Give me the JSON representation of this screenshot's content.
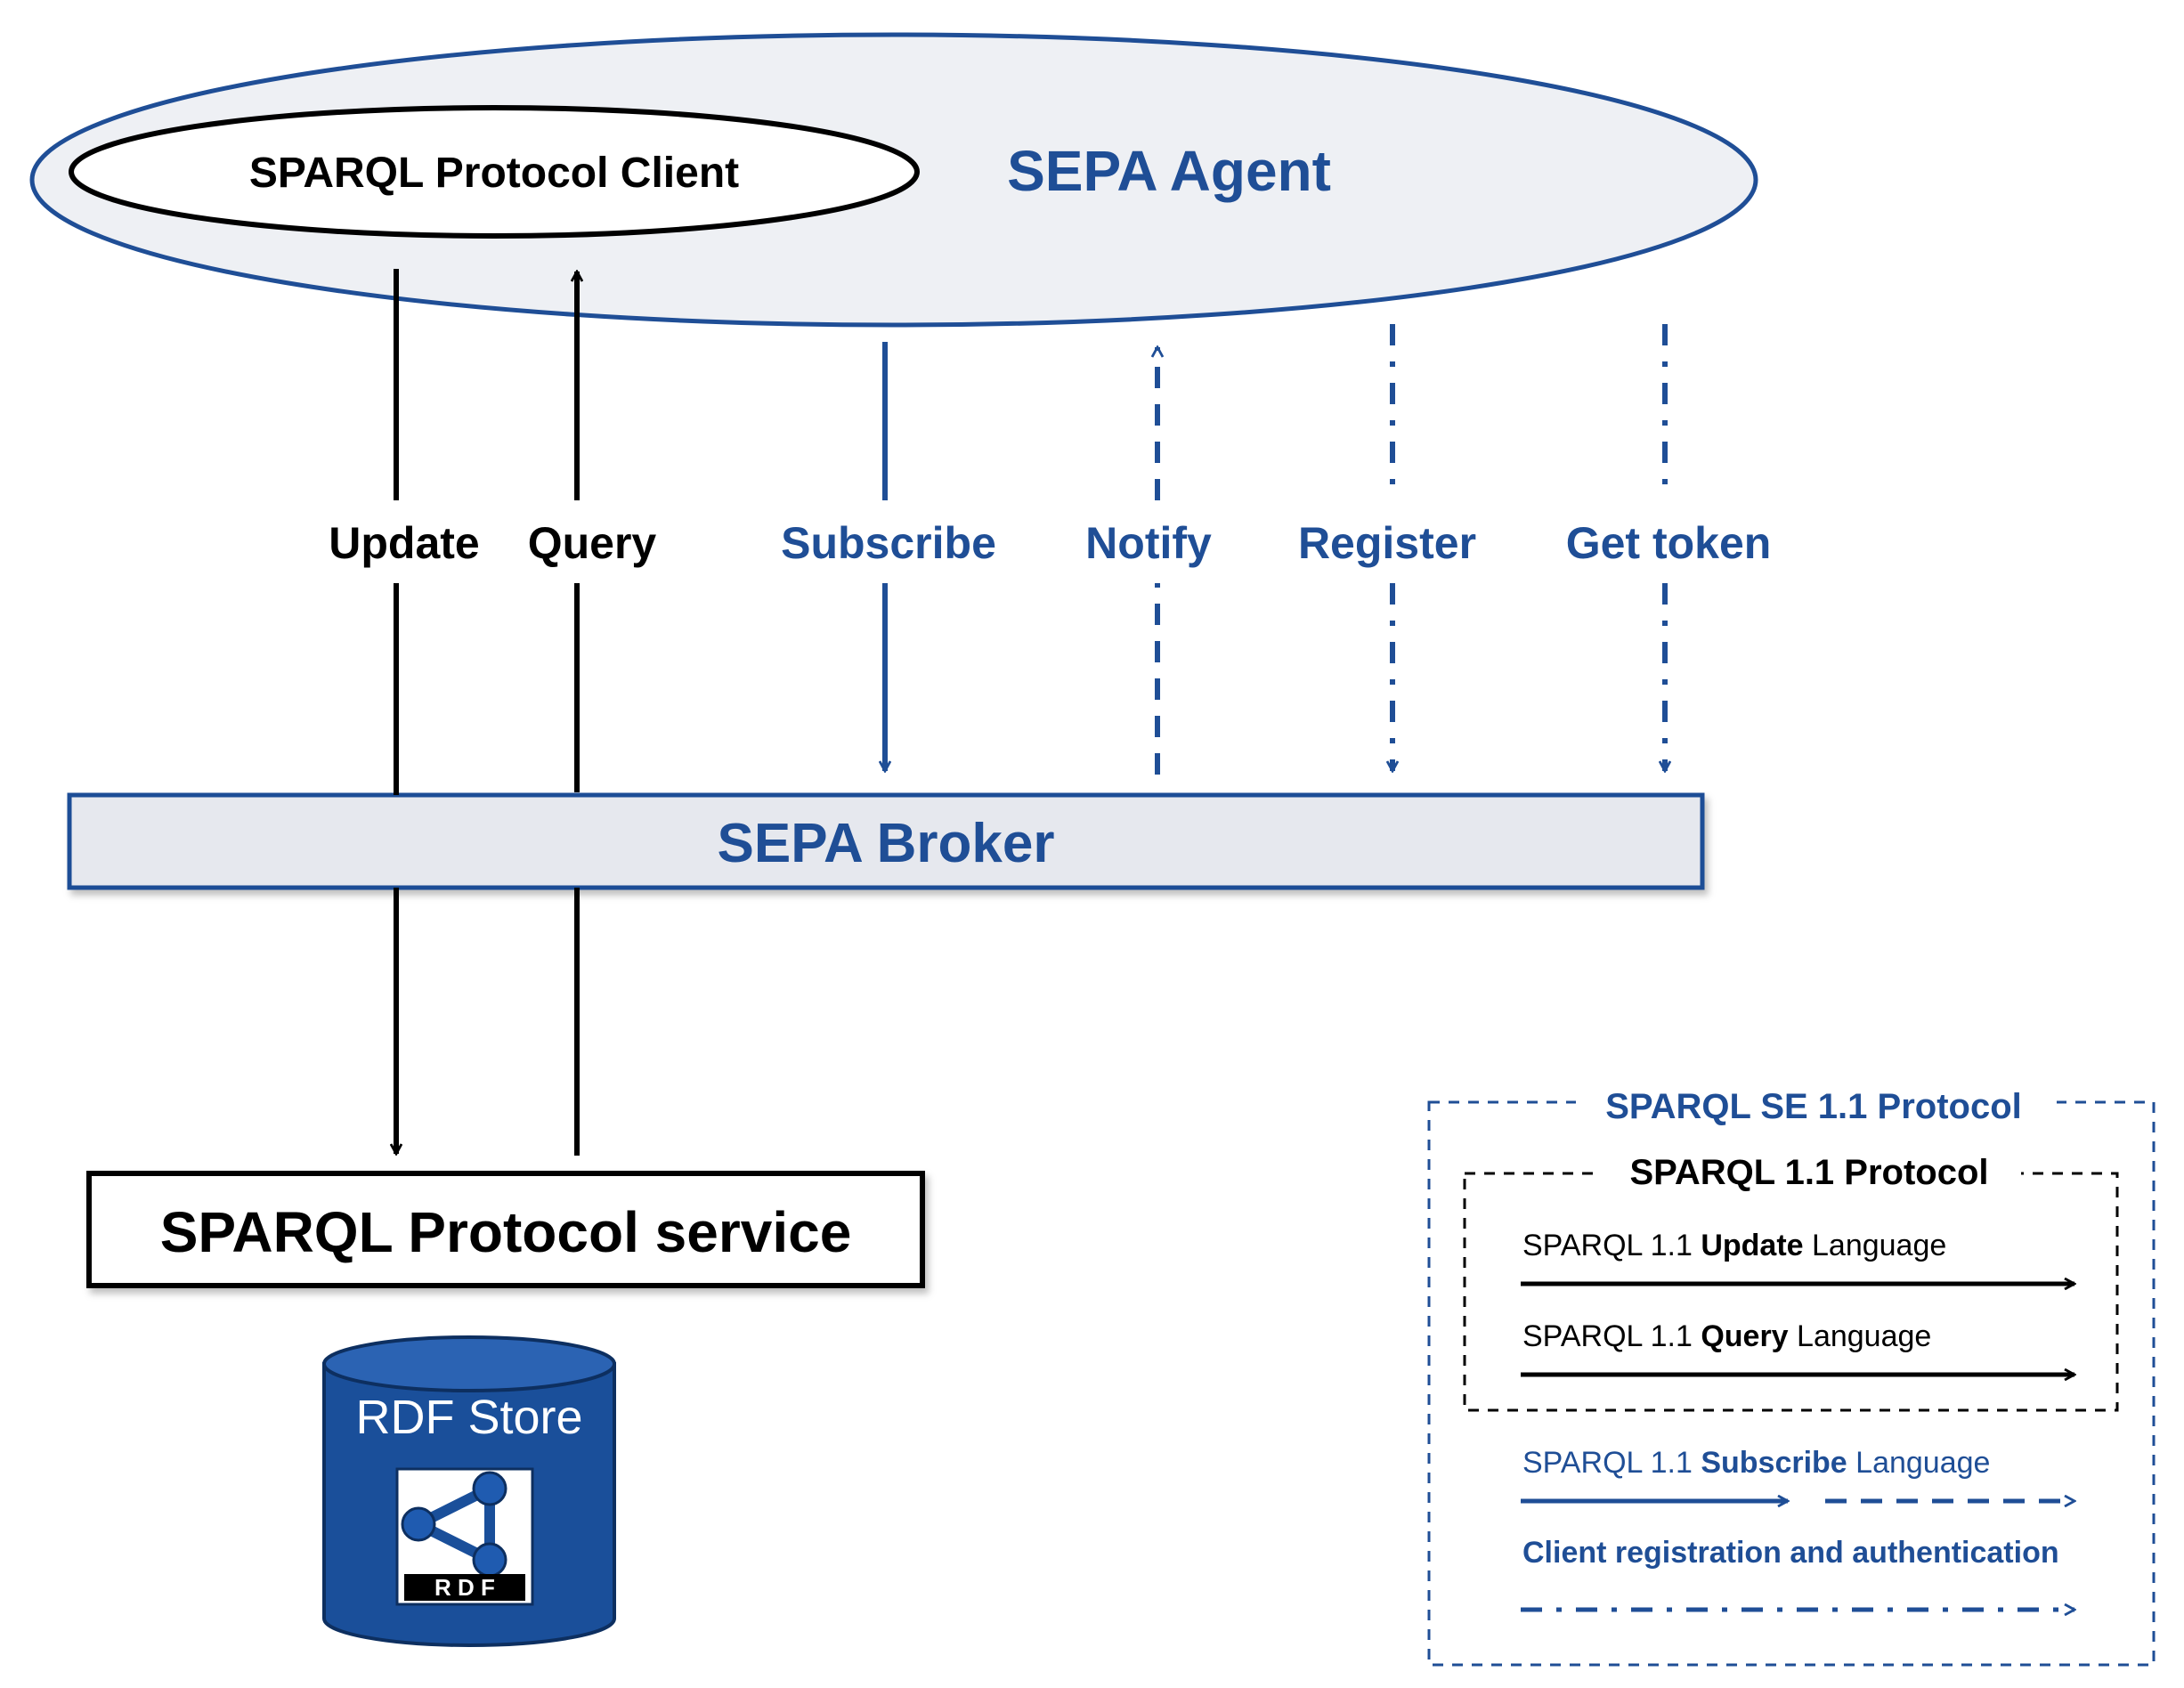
{
  "agent": {
    "title": "SEPA Agent",
    "client_label": "SPARQL Protocol Client"
  },
  "broker": {
    "label": "SEPA Broker"
  },
  "service": {
    "label": "SPARQL Protocol service"
  },
  "store": {
    "label": "RDF Store",
    "logo_letters": "R D F"
  },
  "arrows": {
    "update": "Update",
    "query": "Query",
    "subscribe": "Subscribe",
    "notify": "Notify",
    "register": "Register",
    "get_token": "Get token"
  },
  "legend": {
    "outer_title": "SPARQL SE 1.1 Protocol",
    "inner_title": "SPARQL 1.1 Protocol",
    "update_prefix": "SPARQL 1.1 ",
    "update_bold": "Update",
    "update_suffix": " Language",
    "query_prefix": "SPARQL 1.1 ",
    "query_bold": "Query",
    "query_suffix": " Language",
    "subscribe_prefix": "SPARQL 1.1 ",
    "subscribe_bold": "Subscribe",
    "subscribe_suffix": " Language",
    "registration": "Client registration and authentication"
  },
  "colors": {
    "primary_blue": "#1f4e96",
    "ellipse_fill": "#eef0f4",
    "broker_fill": "#e6e8ee",
    "store_fill": "#1a4f9a",
    "store_top": "#2b63b3"
  },
  "icons": [
    "rdf-logo-icon",
    "database-cylinder-icon"
  ]
}
